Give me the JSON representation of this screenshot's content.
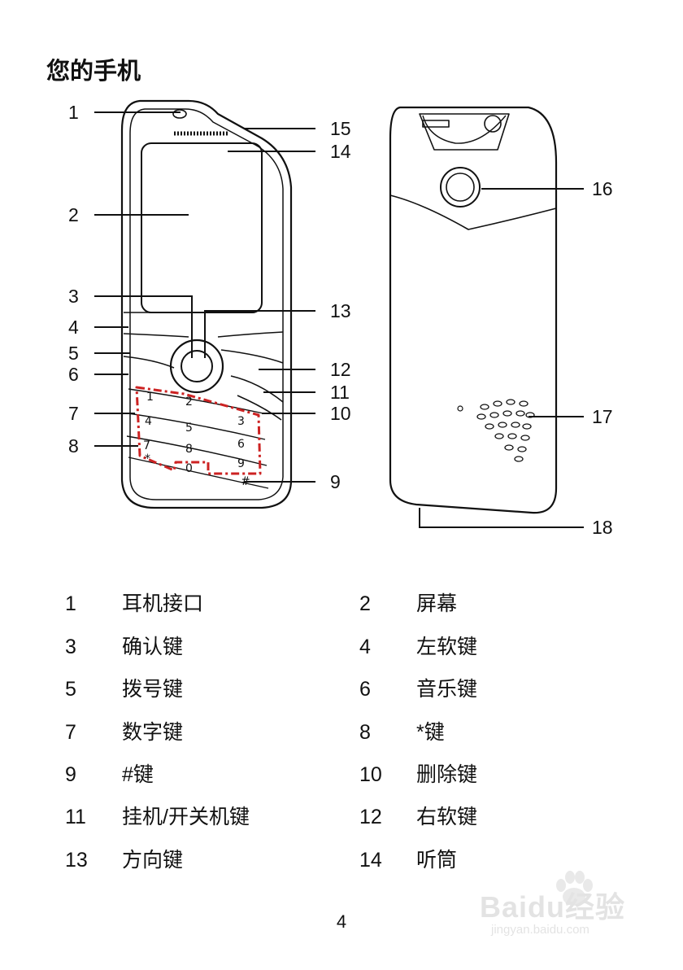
{
  "page": {
    "title": "您的手机",
    "page_number": "4"
  },
  "figure": {
    "callouts": [
      "1",
      "2",
      "3",
      "4",
      "5",
      "6",
      "7",
      "8",
      "9",
      "10",
      "11",
      "12",
      "13",
      "14",
      "15",
      "16",
      "17",
      "18"
    ],
    "keypad": {
      "keys": [
        "1",
        "2",
        "3",
        "4",
        "5",
        "6",
        "7",
        "8",
        "9",
        "*",
        "0",
        "#"
      ]
    }
  },
  "legend": [
    {
      "num": "1",
      "label": "耳机接口"
    },
    {
      "num": "2",
      "label": "屏幕"
    },
    {
      "num": "3",
      "label": "确认键"
    },
    {
      "num": "4",
      "label": "左软键"
    },
    {
      "num": "5",
      "label": "拨号键"
    },
    {
      "num": "6",
      "label": "音乐键"
    },
    {
      "num": "7",
      "label": "数字键"
    },
    {
      "num": "8",
      "label": "*键"
    },
    {
      "num": "9",
      "label": "#键"
    },
    {
      "num": "10",
      "label": "删除键"
    },
    {
      "num": "11",
      "label": "挂机/开关机键"
    },
    {
      "num": "12",
      "label": "右软键"
    },
    {
      "num": "13",
      "label": "方向键"
    },
    {
      "num": "14",
      "label": "听筒"
    }
  ],
  "watermark": {
    "brand": "Baidu经验",
    "url": "jingyan.baidu.com"
  },
  "colors": {
    "ink": "#111111",
    "keypad_highlight": "#cc2222"
  }
}
